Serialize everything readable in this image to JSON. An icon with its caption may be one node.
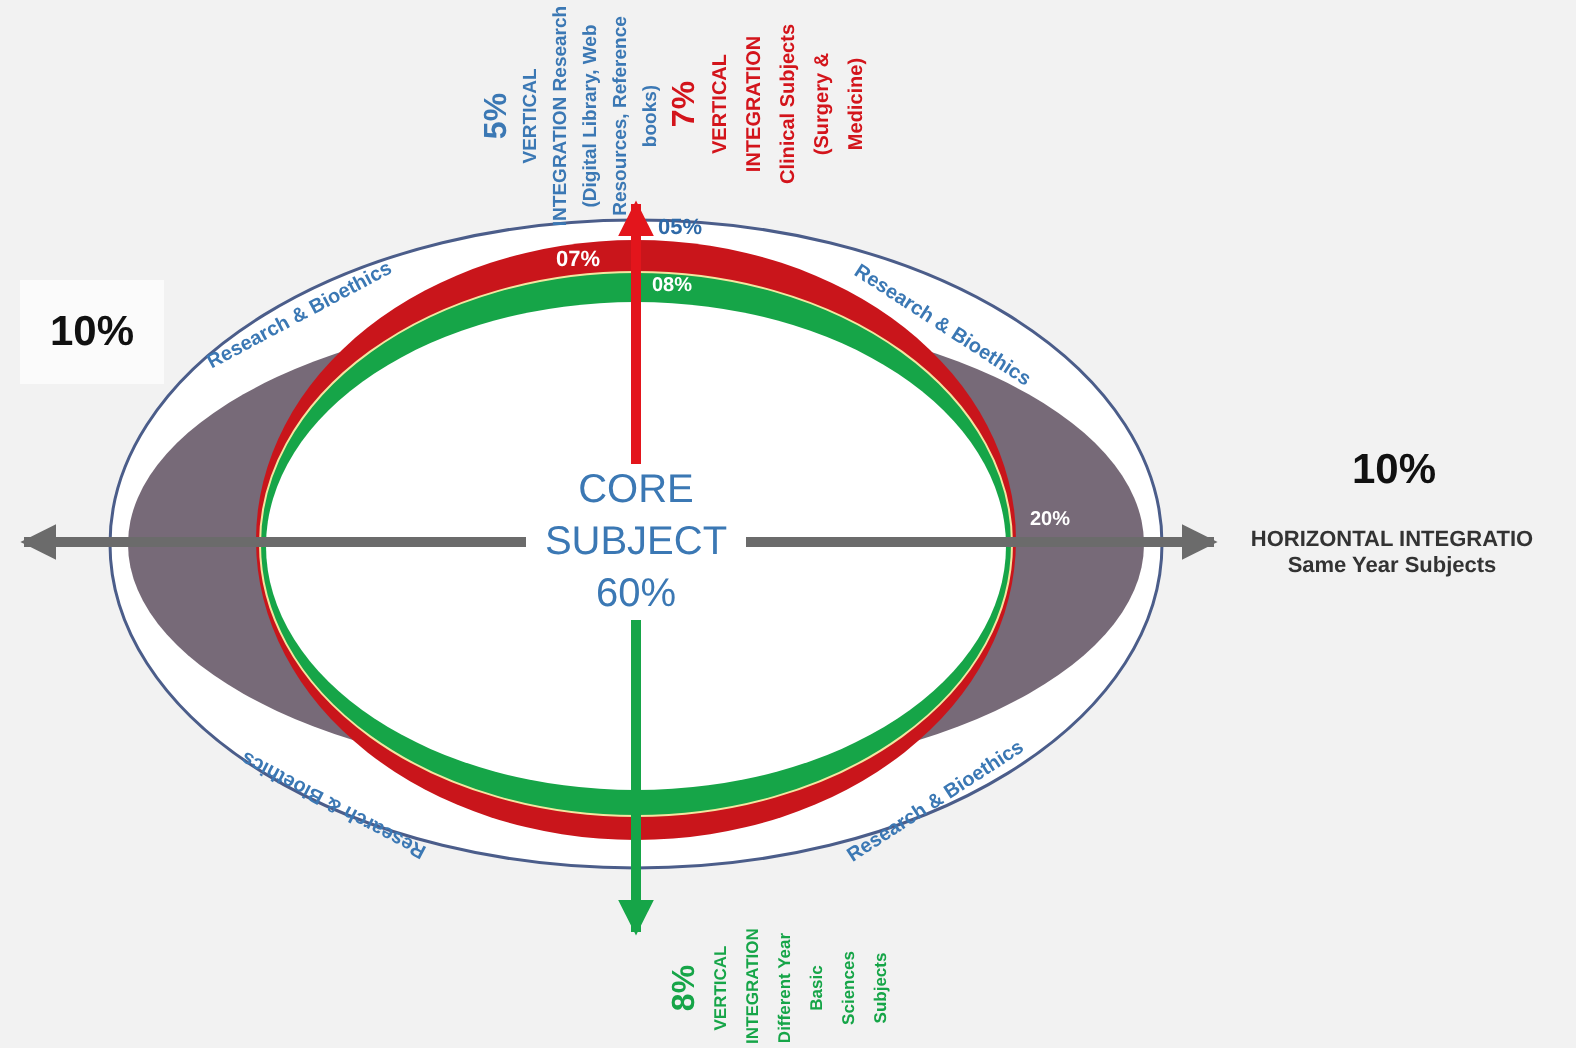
{
  "diagram": {
    "nodes": [
      {
        "text": [
          "CORE SUBJECT 60%"
        ]
      },
      {
        "text": [
          "7%",
          "VERTICAL INTEGRATION Clinical Subjects (Surgery & Medicine)"
        ]
      },
      {
        "text": [
          "8%",
          "VERTICAL INTEGRATION Different Year Basic Sciences Subjects"
        ]
      },
      {
        "text": [
          "HORIZONTAL INTEGRATIO",
          "Same Year Subjects"
        ]
      }
    ],
    "edges": [
      {
        "from": 0,
        "to": 1,
        "arrow": "to",
        "color": "#e3151c"
      },
      {
        "from": 0,
        "to": 2,
        "arrow": "to",
        "color": "#16a548"
      },
      {
        "from": 0,
        "to": 3,
        "arrow": "to"
      },
      {
        "from": 0,
        "to": null,
        "arrow": "to"
      }
    ],
    "labels": [
      "5%",
      "VERTICAL INTEGRATION Research (Digital Library, Web Resources, Reference books)",
      "10%",
      "05%",
      "07%",
      "08%",
      "Research & Bioethics",
      "Research & Bioethics",
      "10%",
      "20%",
      "Research & Bioethics",
      "Research & Bioethics"
    ]
  }
}
